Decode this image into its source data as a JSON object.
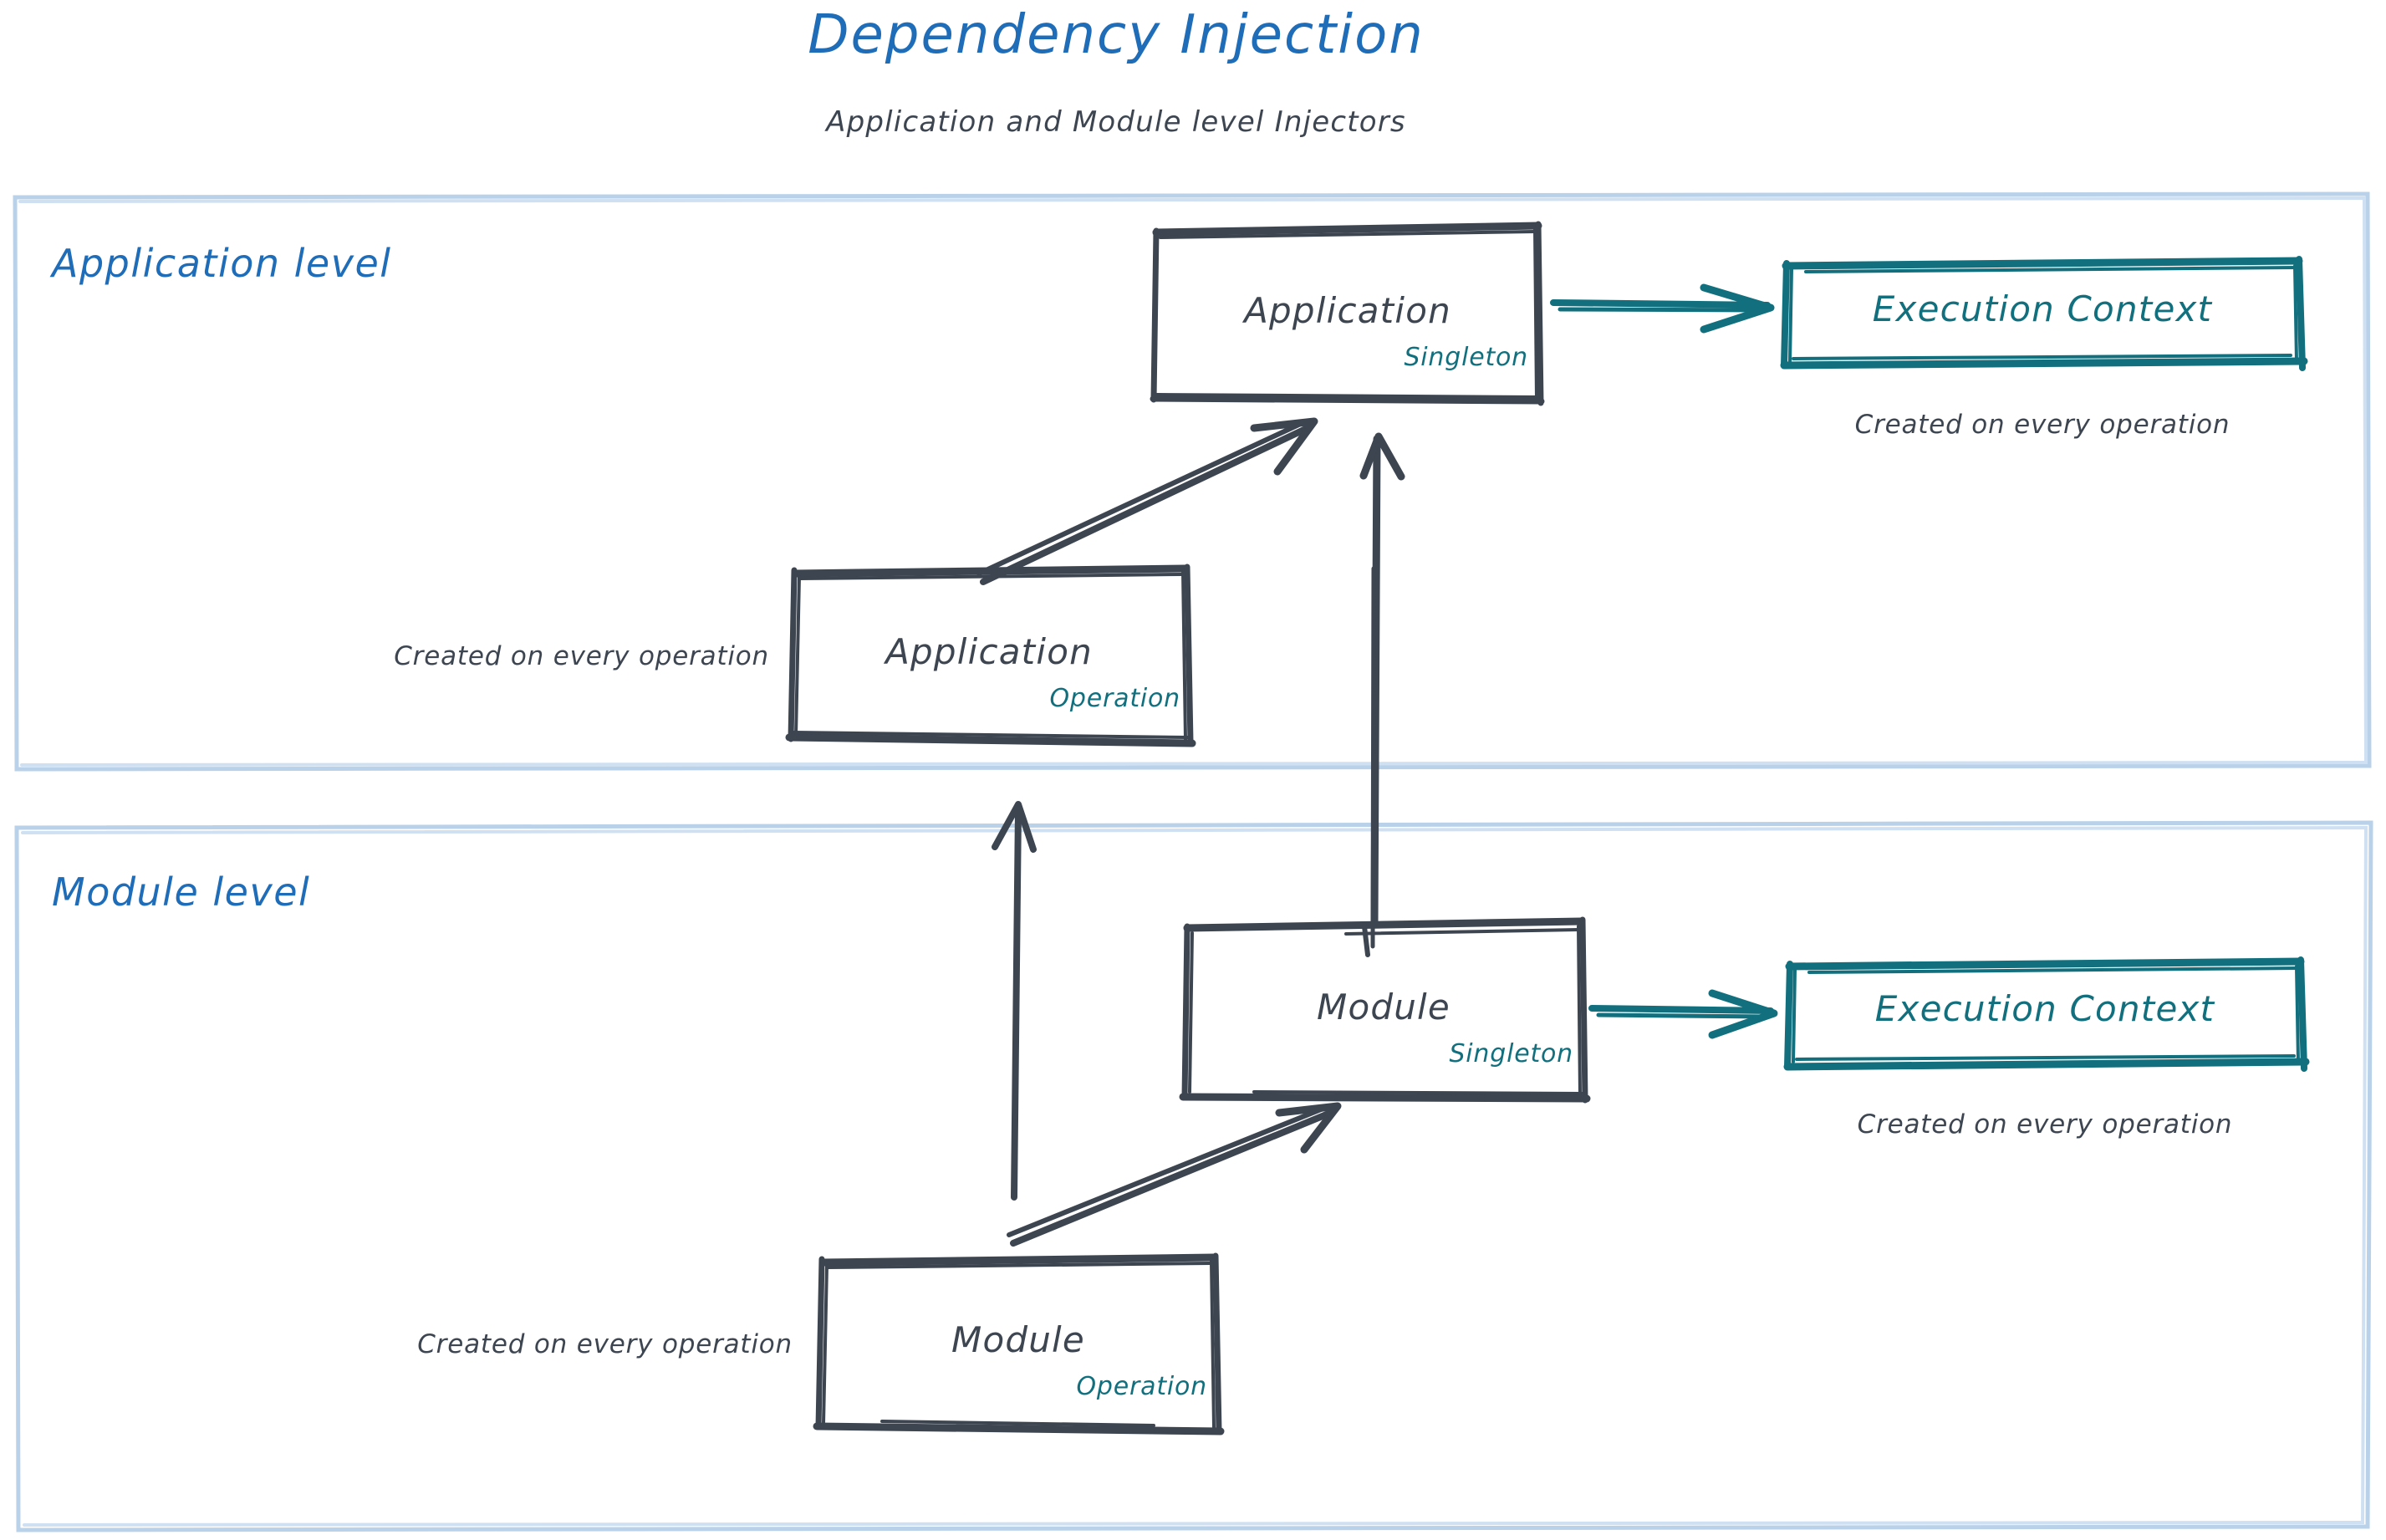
{
  "header": {
    "title": "Dependency Injection",
    "subtitle": "Application and Module level Injectors"
  },
  "colors": {
    "title_blue": "#1f6db8",
    "group_blue": "#1f6db8",
    "container_border": "#b9d2ea",
    "ink_dark": "#3d4551",
    "teal": "#12707e",
    "background": "#ffffff"
  },
  "groups": [
    {
      "id": "application-level",
      "label": "Application level"
    },
    {
      "id": "module-level",
      "label": "Module level"
    }
  ],
  "nodes": {
    "application_singleton": {
      "title": "Application",
      "scope": "Singleton"
    },
    "application_operation": {
      "title": "Application",
      "scope": "Operation"
    },
    "module_singleton": {
      "title": "Module",
      "scope": "Singleton"
    },
    "module_operation": {
      "title": "Module",
      "scope": "Operation"
    },
    "execution_context_app": {
      "title": "Execution Context"
    },
    "execution_context_module": {
      "title": "Execution Context"
    }
  },
  "notes": {
    "app_context_note": "Created on every operation",
    "app_operation_note": "Created on every operation",
    "module_context_note": "Created on every operation",
    "module_operation_note": "Created on every operation"
  },
  "edges": [
    {
      "id": "app-singleton-to-exec-context",
      "from": "application_singleton",
      "to": "execution_context_app",
      "color": "#12707e",
      "style": "sketch-arrow"
    },
    {
      "id": "app-operation-to-app-singleton",
      "from": "application_operation",
      "to": "application_singleton",
      "color": "#3d4551",
      "style": "sketch-arrow"
    },
    {
      "id": "module-singleton-to-app-singleton",
      "from": "module_singleton",
      "to": "application_singleton",
      "color": "#3d4551",
      "style": "sketch-arrow"
    },
    {
      "id": "module-operation-to-app-operation",
      "from": "module_operation",
      "to": "application_operation",
      "color": "#3d4551",
      "style": "sketch-arrow"
    },
    {
      "id": "module-operation-to-module-singleton",
      "from": "module_operation",
      "to": "module_singleton",
      "color": "#3d4551",
      "style": "sketch-arrow"
    },
    {
      "id": "module-singleton-to-exec-context",
      "from": "module_singleton",
      "to": "execution_context_module",
      "color": "#12707e",
      "style": "sketch-arrow"
    }
  ]
}
